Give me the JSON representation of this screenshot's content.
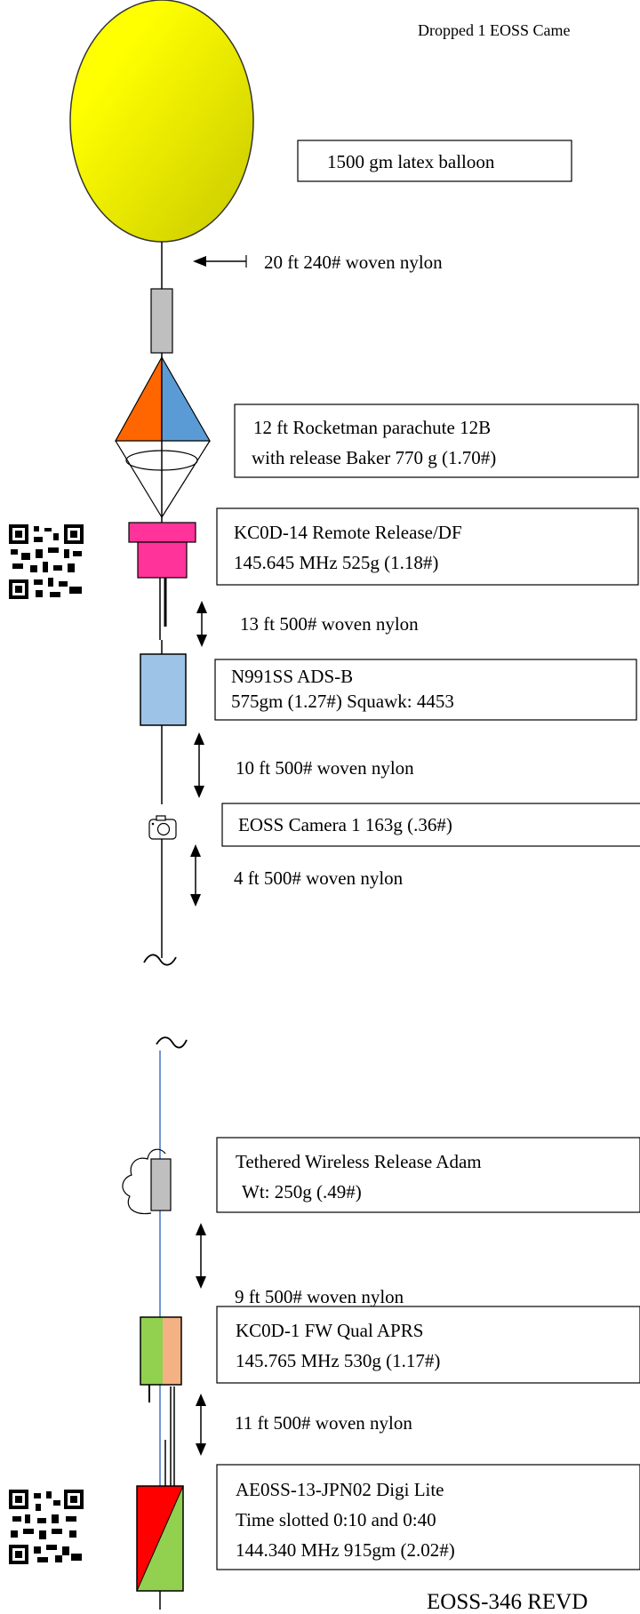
{
  "header_note": "Dropped 1 EOSS Came",
  "footer_title": "EOSS-346 REVD",
  "colors": {
    "balloon_light": "#ffff00",
    "balloon_dark": "#c8c800",
    "parachute_left": "#ff6600",
    "parachute_right": "#5b9bd5",
    "release": "#ff3399",
    "adsb": "#9dc3e6",
    "tether": "#4472c4",
    "aprs_left": "#92d050",
    "aprs_right": "#f4b183",
    "digi_red": "#ff0000",
    "digi_green": "#92d050",
    "gray_box": "#bfbfbf"
  },
  "labels": {
    "balloon": "1500 gm latex balloon",
    "lead_line": "20 ft 240# woven nylon",
    "parachute_1": "12 ft Rocketman parachute 12B",
    "parachute_2": "with release Baker 770 g (1.70#)",
    "remote_release_1": "KC0D-14 Remote Release/DF",
    "remote_release_2": "145.645 MHz 525g (1.18#)",
    "line_13ft": "13 ft 500# woven nylon",
    "adsb_1": "N991SS ADS-B",
    "adsb_2": "575gm (1.27#) Squawk: 4453",
    "line_10ft": "10 ft 500# woven nylon",
    "camera": "EOSS Camera 1 163g (.36#)",
    "line_4ft": "4 ft 500# woven nylon",
    "tethered_1": "Tethered Wireless Release Adam",
    "tethered_2": "Wt: 250g (.49#)",
    "line_9ft": "9 ft 500# woven nylon",
    "aprs_1": "KC0D-1 FW Qual APRS",
    "aprs_2": "145.765 MHz 530g (1.17#)",
    "line_11ft": "11 ft 500# woven nylon",
    "digi_1": "AE0SS-13-JPN02 Digi Lite",
    "digi_2": "Time slotted 0:10 and 0:40",
    "digi_3": "144.340 MHz  915gm (2.02#)"
  },
  "icons": [
    "balloon",
    "parachute",
    "remote-release",
    "adsb-box",
    "camera-icon",
    "qr-code-icon",
    "tethered-release",
    "aprs-box",
    "digi-box",
    "break-tilde-icon"
  ]
}
